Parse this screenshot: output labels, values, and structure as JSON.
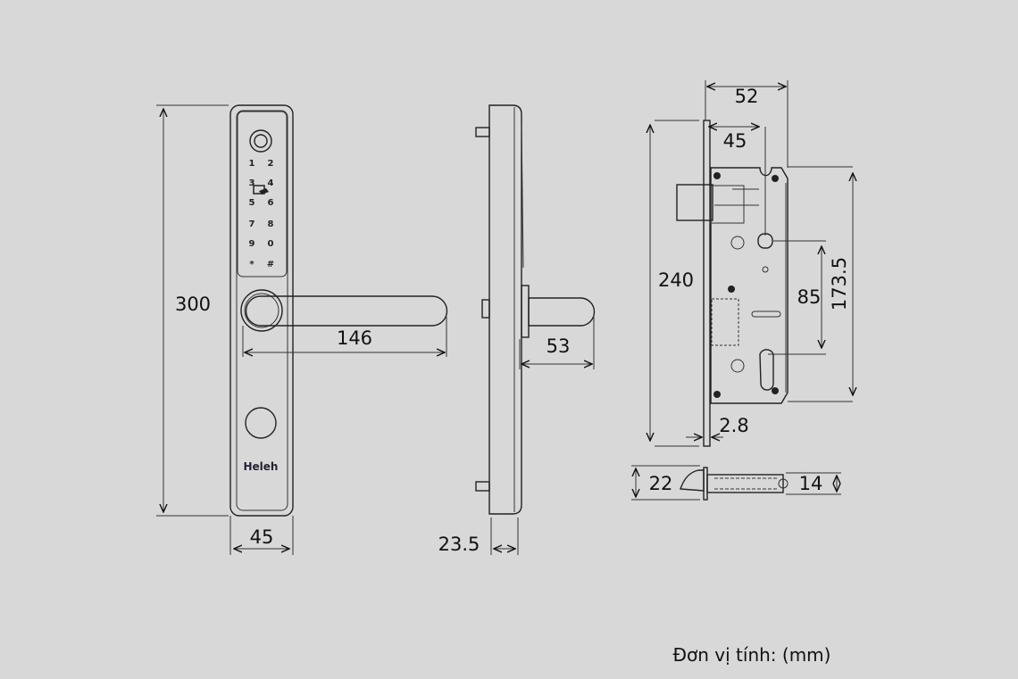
{
  "front_view": {
    "keypad_keys": [
      "1",
      "2",
      "3",
      "4",
      "5",
      "6",
      "7",
      "8",
      "9",
      "0",
      "*",
      "#"
    ],
    "logo": "Heleh",
    "dim_height": "300",
    "dim_handle_length": "146",
    "dim_width": "45"
  },
  "side_view": {
    "dim_handle_projection": "53",
    "dim_thickness": "23.5"
  },
  "mortise": {
    "dim_depth": "52",
    "dim_backset": "45",
    "dim_faceplate_height": "240",
    "dim_center_distance": "85",
    "dim_case_height": "173.5",
    "dim_faceplate_thickness": "2.8",
    "dim_faceplate_width": "22",
    "dim_case_thickness": "14"
  },
  "unit_label": "Đơn vị tính: (mm)"
}
